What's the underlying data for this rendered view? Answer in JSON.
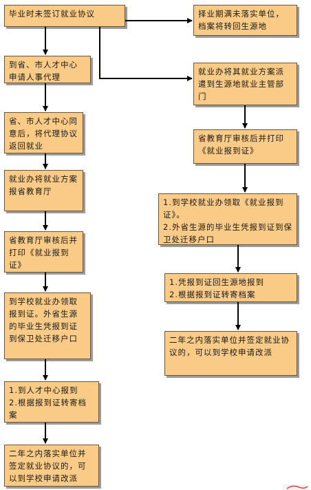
{
  "left_column": [
    {
      "id": "l1",
      "text": "毕业时未签订就业协议"
    },
    {
      "id": "l2",
      "text": "到省、市人才中心申请人事代理"
    },
    {
      "id": "l3",
      "text": "省、市人才中心同意后，将代理协议返回就业"
    },
    {
      "id": "l4",
      "text": "就业办将就业方案报省教育厅"
    },
    {
      "id": "l5",
      "text": "省教育厅审核后并打印《就业报到证》"
    },
    {
      "id": "l6",
      "text": "到学校就业办领取报到证。外省生源的毕业生凭报到证到保卫处迁移户口"
    },
    {
      "id": "l7",
      "text": "1.到人才中心报到\n2.根据报到证转寄档案"
    },
    {
      "id": "l8",
      "text": "二年之内落实单位并签定就业协议的，可以到学校申请改派"
    }
  ],
  "right_column": [
    {
      "id": "r1",
      "text": "择业期满未落实单位，档案将转回生源地"
    },
    {
      "id": "r2",
      "text": "就业办将其就业方案派遣到生源地就业主管部门"
    },
    {
      "id": "r3",
      "text": "省教育厅审核后并打印《就业报到证》"
    },
    {
      "id": "r4",
      "text": "1.到学校就业办领取《就业报到证》。\n2.外省生源的毕业生凭报到证到保卫处迁移户口"
    },
    {
      "id": "r5",
      "text": "1.凭报到证回生源地报到\n2.根据报到证转寄档案"
    },
    {
      "id": "r6",
      "text": "二年之内落实单位并签定就业协议的，可以到学校申请改派"
    }
  ],
  "colors": {
    "box_fill": "#f9cb86",
    "box_border": "#6e5436",
    "shadow": "#9b9b9b",
    "arrow": "#000000"
  }
}
